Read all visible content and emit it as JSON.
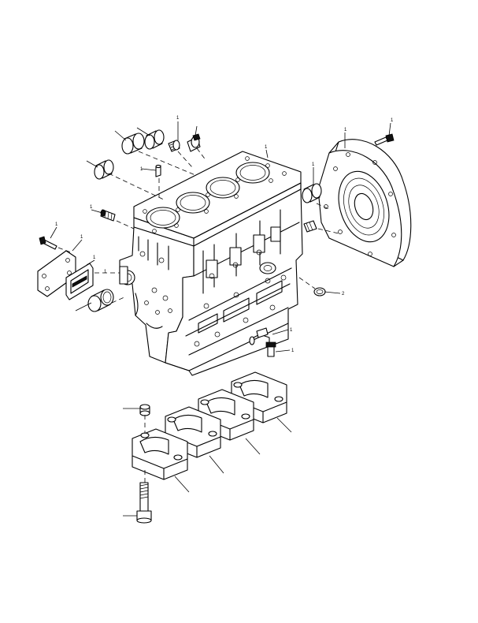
{
  "diagram": {
    "subject": "engine-cylinder-block-exploded-view",
    "callout_marks": [
      "1",
      "1",
      "1",
      "1",
      "1",
      "1",
      "1",
      "1",
      "1",
      "1",
      "1",
      "2",
      "1",
      "1"
    ]
  }
}
